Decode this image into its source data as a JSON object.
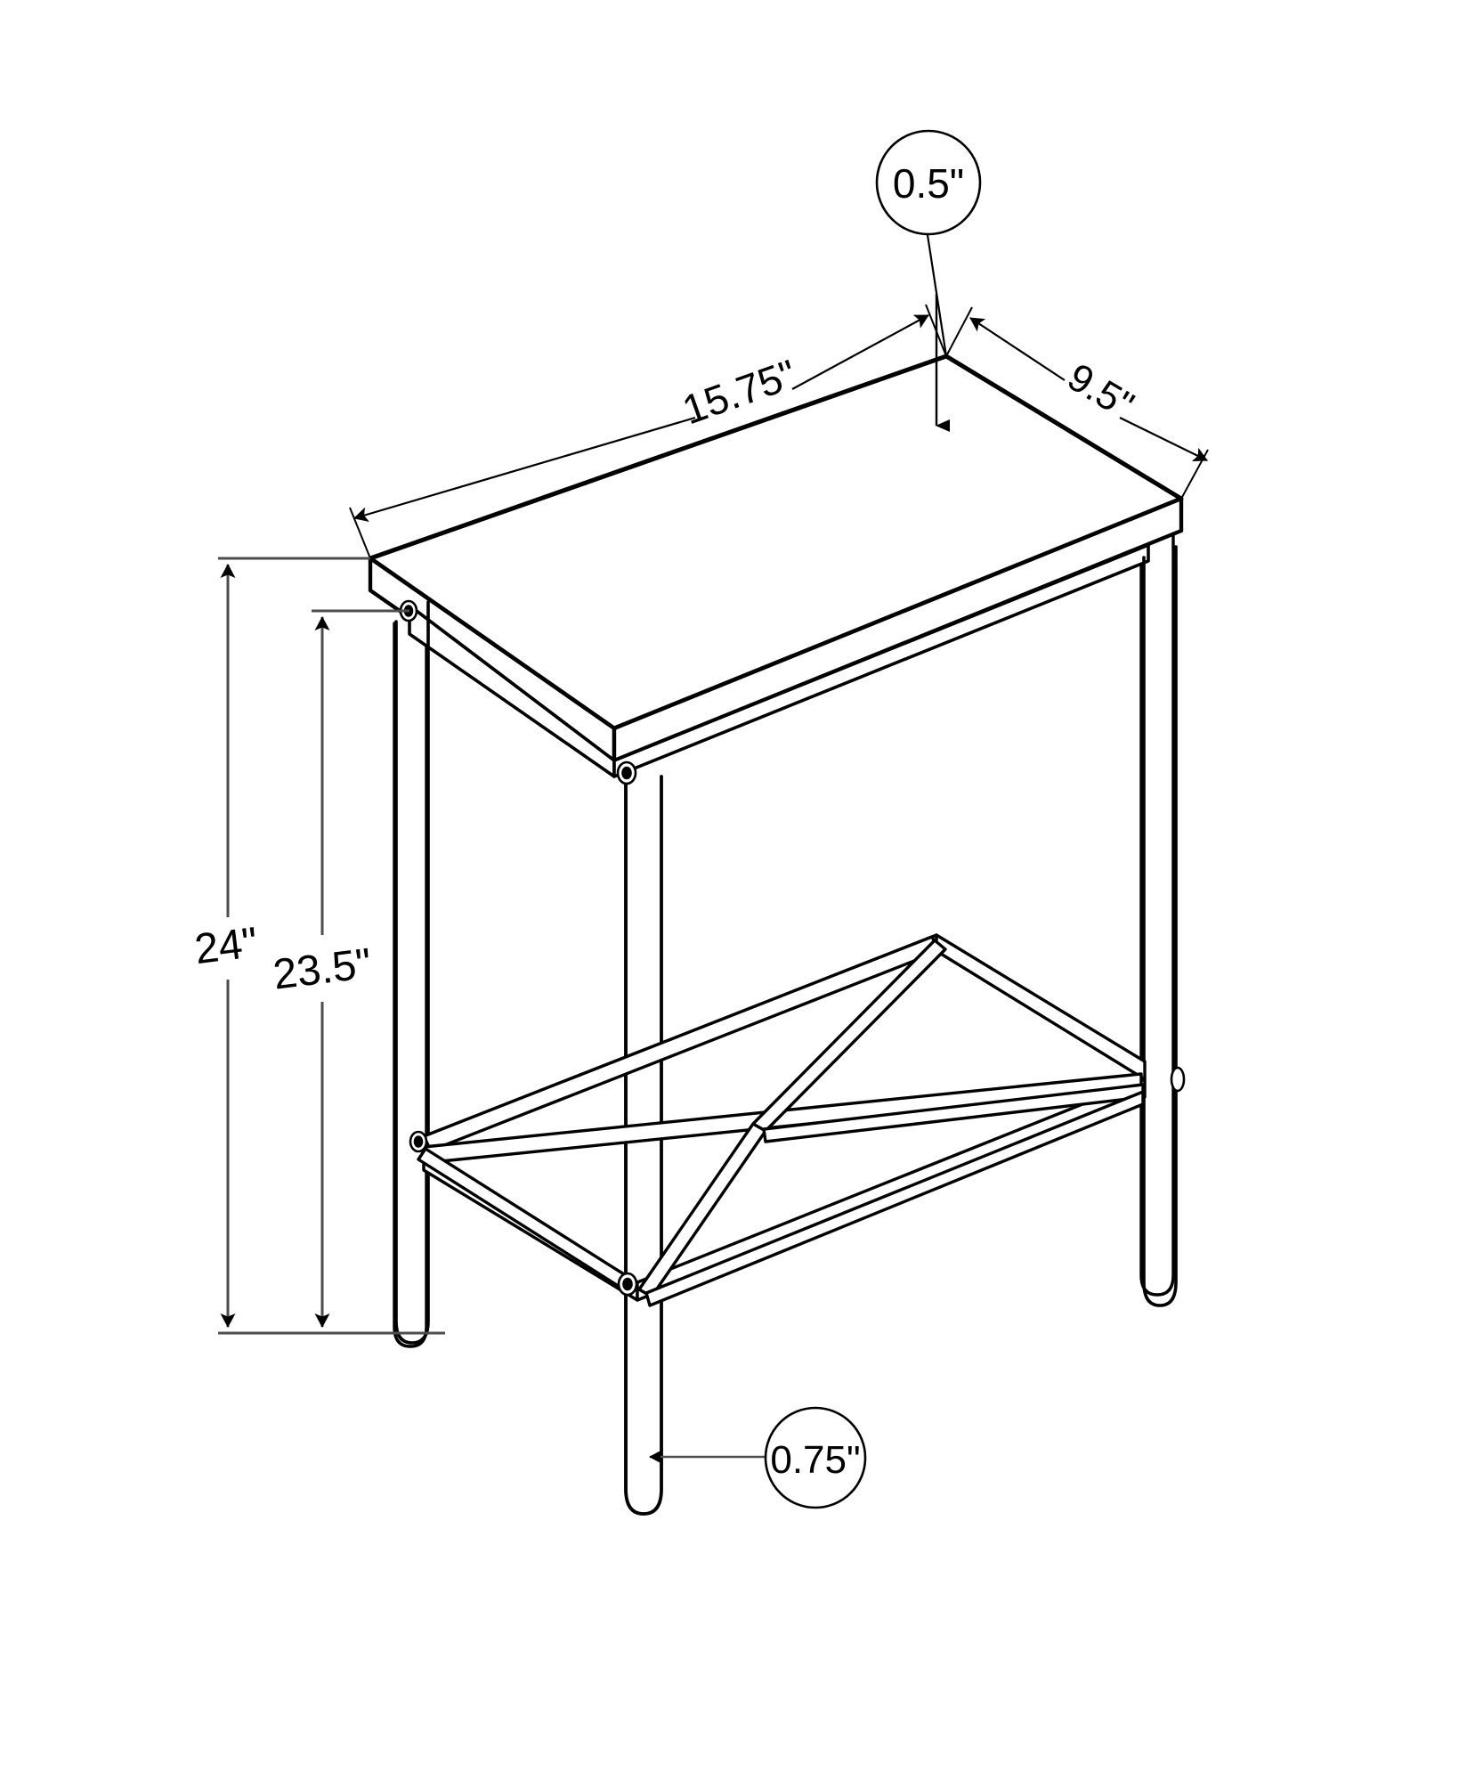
{
  "drawing": {
    "title": "Side Table Isometric Dimension Drawing",
    "background_color": "#ffffff",
    "line_color": "#000000",
    "dimension_line_color": "#4d4d4d",
    "product": "rectangular side table with metal frame and X-brace lower stretcher",
    "units": "inches"
  },
  "dimensions": {
    "top_width": {
      "label": "15.75\"",
      "value": 15.75,
      "unit": "inch",
      "describes": "table top long edge"
    },
    "top_depth": {
      "label": "9.5\"",
      "value": 9.5,
      "unit": "inch",
      "describes": "table top short edge"
    },
    "overall_height": {
      "label": "24\"",
      "value": 24,
      "unit": "inch",
      "describes": "overall table height to top surface"
    },
    "under_top_height": {
      "label": "23.5\"",
      "value": 23.5,
      "unit": "inch",
      "describes": "height to underside of table top"
    },
    "top_thickness": {
      "label": "0.5\"",
      "value": 0.5,
      "unit": "inch",
      "describes": "table top panel thickness",
      "callout_style": "balloon"
    },
    "leg_diameter": {
      "label": "0.75\"",
      "value": 0.75,
      "unit": "inch",
      "describes": "leg tube diameter",
      "callout_style": "balloon"
    }
  },
  "labels": {
    "width": "15.75\"",
    "depth": "9.5\"",
    "height": "24\"",
    "apron_height": "23.5\"",
    "thickness": "0.5\"",
    "leg": "0.75\""
  }
}
